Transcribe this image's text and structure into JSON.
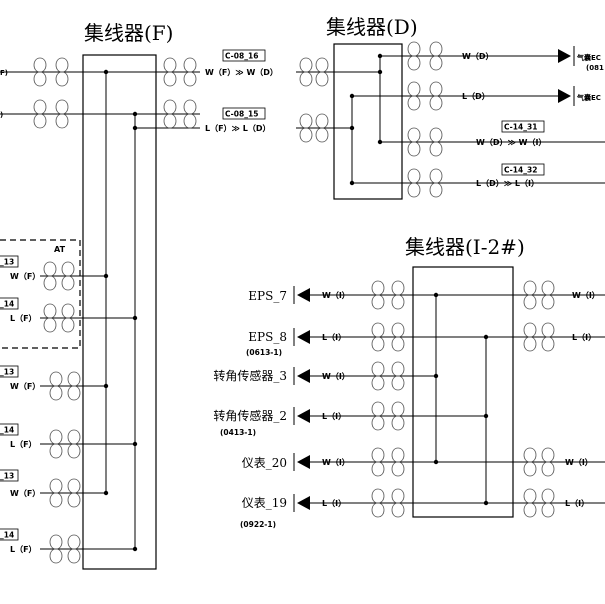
{
  "hubs": {
    "F": {
      "title": "集线器(F)"
    },
    "D": {
      "title": "集线器(D)"
    },
    "I2": {
      "title": "集线器(I-2#)"
    }
  },
  "group_at": {
    "label": "AT"
  },
  "connectors_top": {
    "c08_16": "C-08_16",
    "c08_15": "C-08_15",
    "c14_31": "C-14_31",
    "c14_32": "C-14_32"
  },
  "signals_F": {
    "w_f_d": "W（F）≫ W（D）",
    "l_f_d": "L（F）≫ L（D）"
  },
  "signals_D": {
    "w_d": "W（D）",
    "l_d": "L（D）",
    "w_d_i": "W（D）≫ W（I）",
    "l_d_i": "L（D）≫ L（I）",
    "dev1": "气囊EC",
    "dev1_code": "(081",
    "dev2": "气囊EC"
  },
  "left_edge": {
    "top_w": "F)",
    "top_l": ")",
    "r1_code": "_13",
    "r1_sig": "W（F）",
    "r2_code": "_14",
    "r2_sig": "L（F）",
    "r3_code": "_13",
    "r3_sig": "W（F）",
    "r4_code": "_14",
    "r4_sig": "L（F）",
    "r5_code": "_13",
    "r5_sig": "W（F）",
    "r6_code": "_14",
    "r6_sig": "L（F）"
  },
  "devices_I2": [
    {
      "name": "EPS_7",
      "sig": "W（I）",
      "code": ""
    },
    {
      "name": "EPS_8",
      "sig": "L（I）",
      "code": "(0613-1)"
    },
    {
      "name": "转角传感器_3",
      "sig": "W（I）",
      "code": ""
    },
    {
      "name": "转角传感器_2",
      "sig": "L（I）",
      "code": "(0413-1)"
    },
    {
      "name": "仪表_20",
      "sig": "W（I）",
      "code": ""
    },
    {
      "name": "仪表_19",
      "sig": "L（I）",
      "code": "(0922-1)"
    }
  ],
  "right_I2": {
    "r1": "W（I）",
    "r2": "L（I）",
    "r5": "W（I）",
    "r6": "L（I）"
  }
}
